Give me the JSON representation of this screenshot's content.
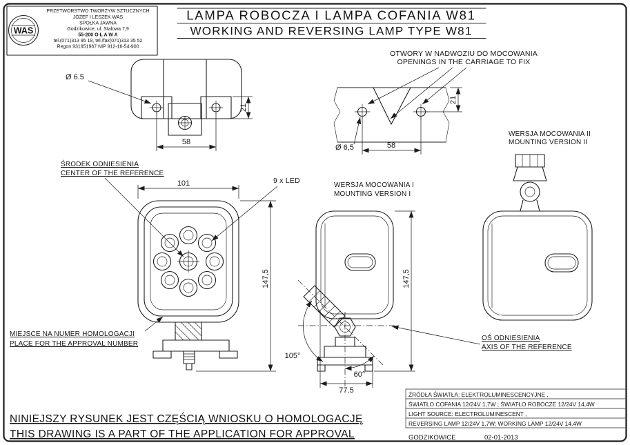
{
  "company": {
    "logo_text": "WAS",
    "lines": [
      "PRZETWÓRSTWO TWORZYW SZTUCZNYCH",
      "JÓZEF I LESZEK WAS",
      "SPOŁKA JAWNA",
      "Godzikowice, ul. Stalowa 7,9",
      "55-200  O Ł A W A",
      "tel.(071)313 95 18, tel./fax(071)313 35 52",
      "Regon 931951967 NIP 912-16-54-900"
    ]
  },
  "title": {
    "pl": "LAMPA ROBOCZA I LAMPA COFANIA W81",
    "en": "WORKING AND REVERSING LAMP TYPE W81"
  },
  "labels": {
    "openings_pl": "OTWORY W NADWOZIU DO MOCOWANIA",
    "openings_en": "OPENINGS IN THE CARRIAGE TO FIX",
    "mounting2_pl": "WERSJA MOCOWANIA II",
    "mounting2_en": "MOUNTING VERSION II",
    "mounting1_pl": "WERSJA MOCOWANIA I",
    "mounting1_en": "MOUNTING VERSION I",
    "center_ref_pl": "ŚRODEK ODNIESIENIA",
    "center_ref_en": "CENTER OF THE REFERENCE",
    "led_count": "9 x LED",
    "approval_pl": "MIEJSCE NA NUMER HOMOLOGACJI",
    "approval_en": "PLACE FOR THE APPROVAL NUMBER",
    "axis_pl": "OŚ ODNIESIENIA",
    "axis_en": "AXIS OF THE REFERENCE"
  },
  "dimensions": {
    "rear_hole_dia": "Ø 6.5",
    "rear_height": "21",
    "rear_spacing": "58",
    "carriage_hole_dia": "Ø 6,5",
    "carriage_spacing": "58",
    "carriage_height": "21",
    "front_width": "101",
    "front_height": "147,5",
    "side_height": "147,5",
    "angle_lower": "105°",
    "angle_base": "60°",
    "base_depth": "77.5"
  },
  "notes": {
    "pl": "NINIEJSZY RYSUNEK JEST CZĘŚCIĄ WNIOSKU O  HOMOLOGACJĘ",
    "en": "THIS DRAWING IS A PART OF THE APPLICATION FOR  APPROVAL"
  },
  "spec": {
    "rows": [
      "ŹRÓDŁA ŚWIATŁA: ELEKTROLUMINESCENCYJNE ,",
      "ŚWIATŁO COFANIA  12/24V  1,7W ; ŚWIATŁO ROBOCZE 12/24V 14,4W",
      "LIGHT SOURCE: ELECTROLUMINESCENT ,",
      "REVERSING LAMP  12/24V  1,7W; WORKING LAMP  12/24V  14,4W"
    ],
    "place": "GODZIKOWICE",
    "date": "02-01-2013"
  },
  "colors": {
    "ink": "#1c1c1c",
    "paper": "#ffffff"
  }
}
